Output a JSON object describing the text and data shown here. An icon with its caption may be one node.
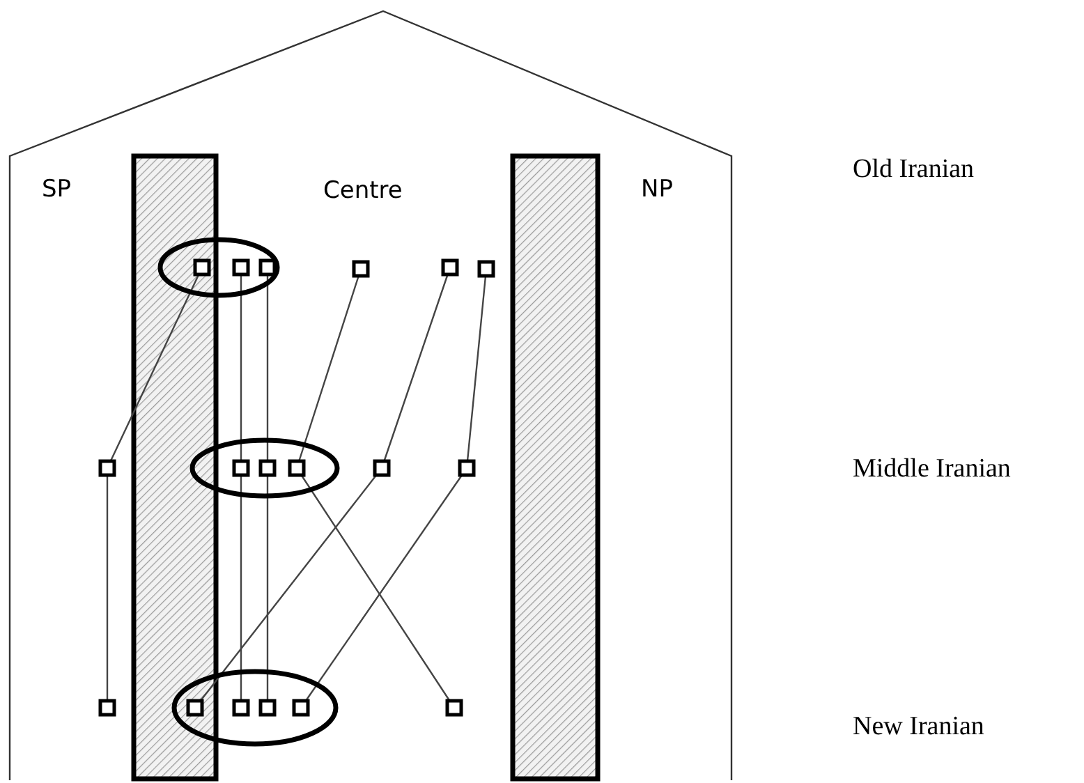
{
  "diagram": {
    "nodes": [
      {
        "text": [],
        "shape": "ellipse"
      },
      {
        "text": [],
        "shape": "box",
        "in": 0
      },
      {
        "text": [],
        "shape": "box",
        "in": 0
      },
      {
        "text": [],
        "shape": "box",
        "in": 0
      },
      {
        "text": [],
        "shape": "box"
      },
      {
        "text": [],
        "shape": "box"
      },
      {
        "text": [],
        "shape": "box"
      },
      {
        "text": [],
        "shape": "box"
      },
      {
        "text": [],
        "shape": "ellipse"
      },
      {
        "text": [],
        "shape": "box",
        "in": 8
      },
      {
        "text": [],
        "shape": "box",
        "in": 8
      },
      {
        "text": [],
        "shape": "box",
        "in": 8
      },
      {
        "text": [],
        "shape": "box"
      },
      {
        "text": [],
        "shape": "box"
      },
      {
        "text": [],
        "shape": "box"
      },
      {
        "text": [],
        "shape": "ellipse"
      },
      {
        "text": [],
        "shape": "box",
        "in": 15
      },
      {
        "text": [],
        "shape": "box",
        "in": 15
      },
      {
        "text": [],
        "shape": "box",
        "in": 15
      },
      {
        "text": [],
        "shape": "box",
        "in": 15
      },
      {
        "text": [],
        "shape": "box"
      }
    ],
    "edges": [
      {
        "from": 1,
        "to": 7,
        "arrow": "none"
      },
      {
        "from": 2,
        "to": 9,
        "arrow": "none"
      },
      {
        "from": 9,
        "to": 17,
        "arrow": "none"
      },
      {
        "from": 3,
        "to": 10,
        "arrow": "none"
      },
      {
        "from": 10,
        "to": 18,
        "arrow": "none"
      },
      {
        "from": 4,
        "to": 11,
        "arrow": "none"
      },
      {
        "from": 5,
        "to": 12,
        "arrow": "none"
      },
      {
        "from": 6,
        "to": 13,
        "arrow": "none"
      },
      {
        "from": 7,
        "to": 14,
        "arrow": "none"
      },
      {
        "from": 11,
        "to": 20,
        "arrow": "none"
      },
      {
        "from": 12,
        "to": 16,
        "arrow": "none"
      },
      {
        "from": 13,
        "to": 19,
        "arrow": "none"
      }
    ],
    "labels": [
      "SP",
      "Centre",
      "NP",
      "Old Iranian",
      "Middle Iranian",
      "New Iranian"
    ]
  }
}
